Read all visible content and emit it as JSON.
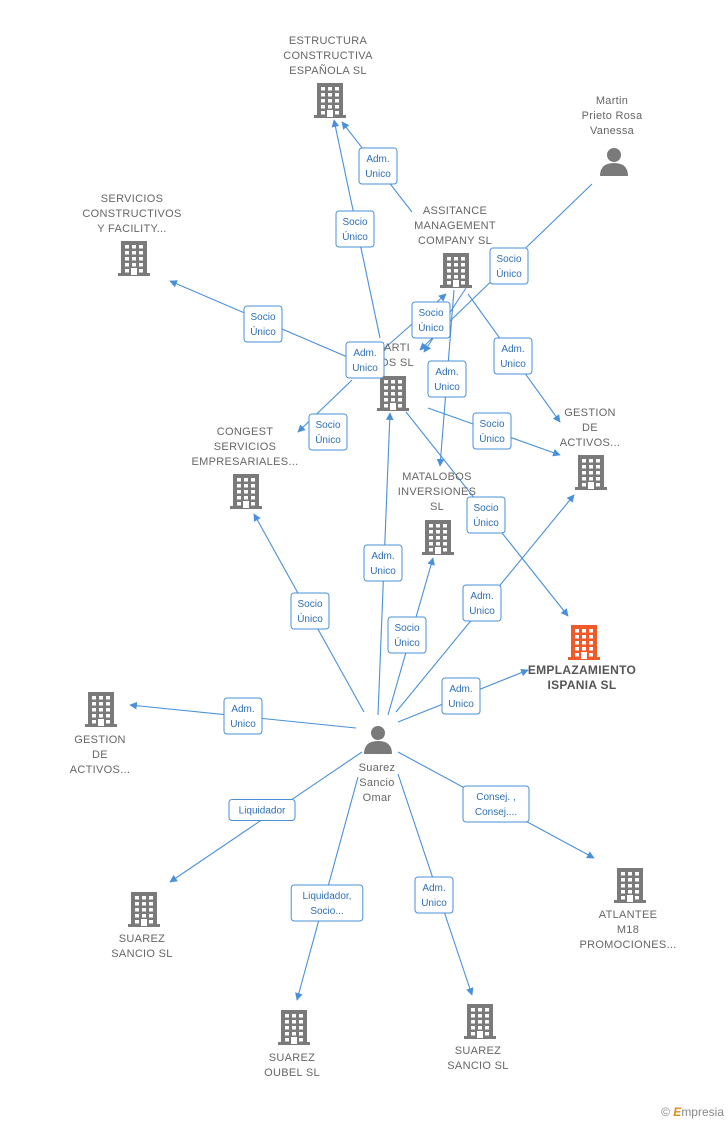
{
  "colors": {
    "edge": "#4a90d9",
    "building": "#7a7a7a",
    "building_highlight": "#f05a28",
    "person": "#7a7a7a"
  },
  "nodes": [
    {
      "id": "estructura",
      "kind": "company",
      "icon": "building-icon",
      "label": [
        "ESTRUCTURA",
        "CONSTRUCTIVA",
        "ESPAÑOLA  SL"
      ]
    },
    {
      "id": "martin",
      "kind": "person",
      "icon": "person-icon",
      "label": [
        "Martin",
        "Prieto Rosa",
        "Vanessa"
      ]
    },
    {
      "id": "servicios",
      "kind": "company",
      "icon": "building-icon",
      "label": [
        "SERVICIOS",
        "CONSTRUCTIVOS",
        "Y FACILITY..."
      ]
    },
    {
      "id": "assitance",
      "kind": "company",
      "icon": "building-icon",
      "label": [
        "ASSITANCE",
        "MANAGEMENT",
        "COMPANY  SL"
      ]
    },
    {
      "id": "marti",
      "kind": "company",
      "icon": "building-icon",
      "label": [
        "ARTI",
        "OS  SL"
      ]
    },
    {
      "id": "gestion1",
      "kind": "company",
      "icon": "building-icon",
      "label": [
        "GESTION",
        "DE",
        "ACTIVOS..."
      ]
    },
    {
      "id": "congest",
      "kind": "company",
      "icon": "building-icon",
      "label": [
        "CONGEST",
        "SERVICIOS",
        "EMPRESARIALES..."
      ]
    },
    {
      "id": "matalobos",
      "kind": "company",
      "icon": "building-icon",
      "label": [
        "MATALOBOS",
        "INVERSIONES",
        "SL"
      ]
    },
    {
      "id": "emplazamiento",
      "kind": "company",
      "icon": "building-icon",
      "highlight": true,
      "label": [
        "EMPLAZAMIENTO",
        "ISPANIA  SL"
      ]
    },
    {
      "id": "gestion2",
      "kind": "company",
      "icon": "building-icon",
      "label": [
        "GESTION",
        "DE",
        "ACTIVOS..."
      ]
    },
    {
      "id": "suarez",
      "kind": "person",
      "icon": "person-icon",
      "label": [
        "Suarez",
        "Sancio",
        "Omar"
      ]
    },
    {
      "id": "atlantee",
      "kind": "company",
      "icon": "building-icon",
      "label": [
        "ATLANTEE",
        "M18",
        "PROMOCIONES..."
      ]
    },
    {
      "id": "suarez_sancio1",
      "kind": "company",
      "icon": "building-icon",
      "label": [
        "SUAREZ",
        "SANCIO SL"
      ]
    },
    {
      "id": "suarez_oubel",
      "kind": "company",
      "icon": "building-icon",
      "label": [
        "SUAREZ",
        "OUBEL SL"
      ]
    },
    {
      "id": "suarez_sancio2",
      "kind": "company",
      "icon": "building-icon",
      "label": [
        "SUAREZ",
        "SANCIO SL"
      ]
    }
  ],
  "edges": [
    {
      "from": "marti",
      "to": "estructura",
      "label": [
        "Socio",
        "Único"
      ]
    },
    {
      "from": "assitance",
      "to": "estructura",
      "label": [
        "Adm.",
        "Unico"
      ]
    },
    {
      "from": "marti",
      "to": "servicios",
      "label": [
        "Socio",
        "Único"
      ]
    },
    {
      "from": "martin",
      "to": "marti",
      "label": [
        "Socio",
        "Único"
      ]
    },
    {
      "from": "marti",
      "to": "assitance",
      "label": [
        "Socio",
        "Único"
      ]
    },
    {
      "from": "assitance",
      "to": "marti",
      "label": [
        "Adm.",
        "Unico"
      ]
    },
    {
      "from": "assitance",
      "to": "matalobos",
      "label": [
        "Adm.",
        "Unico"
      ]
    },
    {
      "from": "assitance",
      "to": "gestion1",
      "label": [
        "Adm.",
        "Unico"
      ]
    },
    {
      "from": "marti",
      "to": "gestion1",
      "label": [
        "Socio",
        "Único"
      ]
    },
    {
      "from": "marti",
      "to": "congest",
      "label": [
        "Socio",
        "Único"
      ]
    },
    {
      "from": "marti",
      "to": "emplazamiento",
      "label": [
        "Socio",
        "Único"
      ]
    },
    {
      "from": "suarez",
      "to": "congest",
      "label": [
        "Socio",
        "Único"
      ]
    },
    {
      "from": "suarez",
      "to": "marti",
      "label": [
        "Adm.",
        "Unico"
      ]
    },
    {
      "from": "suarez",
      "to": "matalobos",
      "label": [
        "Socio",
        "Único"
      ]
    },
    {
      "from": "suarez",
      "to": "gestion1",
      "label": [
        "Adm.",
        "Unico"
      ]
    },
    {
      "from": "suarez",
      "to": "emplazamiento",
      "label": [
        "Adm.",
        "Unico"
      ]
    },
    {
      "from": "suarez",
      "to": "gestion2",
      "label": [
        "Adm.",
        "Unico"
      ]
    },
    {
      "from": "suarez",
      "to": "suarez_sancio1",
      "label": [
        "Liquidador"
      ]
    },
    {
      "from": "suarez",
      "to": "atlantee",
      "label": [
        "Consej. ,",
        "Consej...."
      ]
    },
    {
      "from": "suarez",
      "to": "suarez_oubel",
      "label": [
        "Liquidador,",
        "Socio..."
      ]
    },
    {
      "from": "suarez",
      "to": "suarez_sancio2",
      "label": [
        "Adm.",
        "Unico"
      ]
    }
  ],
  "watermark": {
    "copyright": "©",
    "brand_initial": "E",
    "brand_rest": "mpresia"
  }
}
